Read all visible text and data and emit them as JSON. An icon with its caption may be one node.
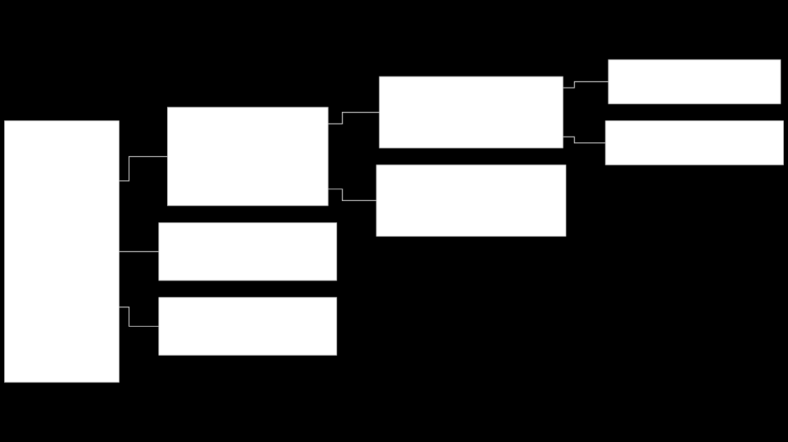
{
  "diagram": {
    "nodes": [
      {
        "text": [],
        "shape": "box"
      },
      {
        "text": [],
        "shape": "box"
      },
      {
        "text": [],
        "shape": "box"
      },
      {
        "text": [],
        "shape": "box"
      },
      {
        "text": [],
        "shape": "box"
      },
      {
        "text": [],
        "shape": "box"
      },
      {
        "text": [],
        "shape": "box"
      },
      {
        "text": [],
        "shape": "box"
      }
    ],
    "edges": [
      {
        "from": 0,
        "to": 1,
        "arrow": "none"
      },
      {
        "from": 1,
        "to": 2,
        "arrow": "none"
      },
      {
        "from": 2,
        "to": 3,
        "arrow": "none"
      },
      {
        "from": 2,
        "to": 4,
        "arrow": "none"
      },
      {
        "from": 1,
        "to": 5,
        "arrow": "none"
      },
      {
        "from": 0,
        "to": 6,
        "arrow": "none"
      },
      {
        "from": 0,
        "to": 7,
        "arrow": "none"
      }
    ]
  }
}
